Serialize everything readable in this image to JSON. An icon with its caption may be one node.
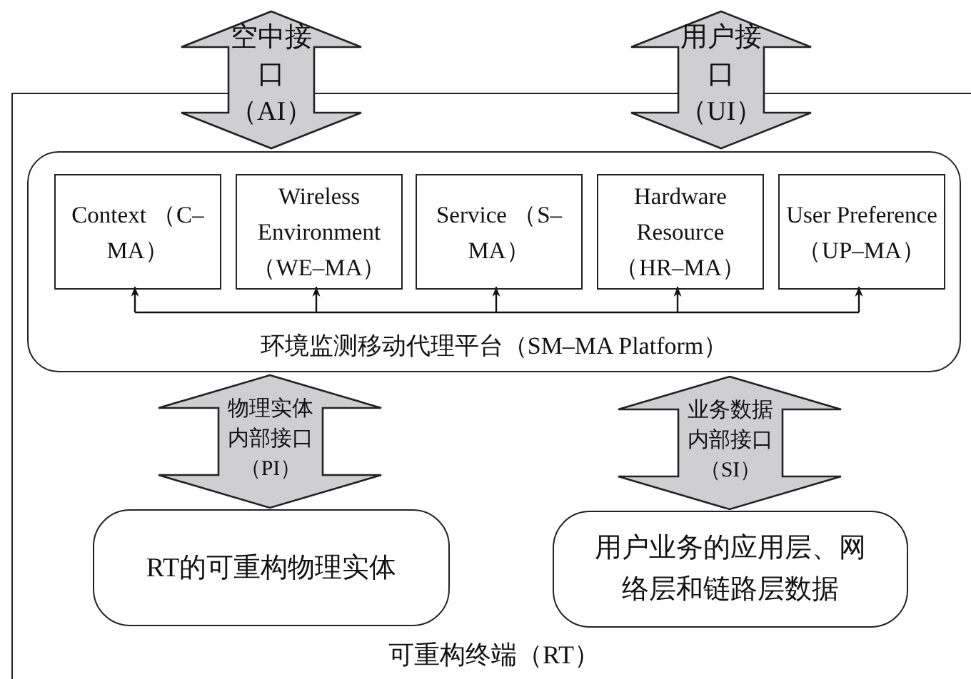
{
  "diagram": {
    "nodes": [
      {
        "text": [
          "可重构终端（RT）"
        ]
      },
      {
        "text": [
          "环境监测移动代理平台（SM–MA Platform）"
        ],
        "in": 0
      },
      {
        "text": [
          "Context （C–MA）"
        ],
        "in": 1
      },
      {
        "text": [
          "Wireless Environment （WE–MA）"
        ],
        "in": 1
      },
      {
        "text": [
          "Service （S–MA）"
        ],
        "in": 1
      },
      {
        "text": [
          "Hardware Resource （HR–MA）"
        ],
        "in": 1
      },
      {
        "text": [
          "User Preference （UP–MA）"
        ],
        "in": 1
      },
      {
        "text": [
          "空中接口（AI）"
        ]
      },
      {
        "text": [
          "用户接口（UI）"
        ]
      },
      {
        "text": [
          "物理实体内部接口（PI）"
        ],
        "in": 0
      },
      {
        "text": [
          "业务数据内部接口（SI）"
        ],
        "in": 0
      },
      {
        "text": [
          "RT的可重构物理实体"
        ],
        "in": 0
      },
      {
        "text": [
          "用户业务的应用层、网络层和链路层数据"
        ],
        "in": 0
      }
    ],
    "edges": [
      {
        "from": null,
        "to": 2,
        "arrow": "to"
      },
      {
        "from": null,
        "to": 3,
        "arrow": "to"
      },
      {
        "from": null,
        "to": 4,
        "arrow": "to"
      },
      {
        "from": null,
        "to": 5,
        "arrow": "to"
      },
      {
        "from": null,
        "to": 6,
        "arrow": "to"
      }
    ]
  }
}
